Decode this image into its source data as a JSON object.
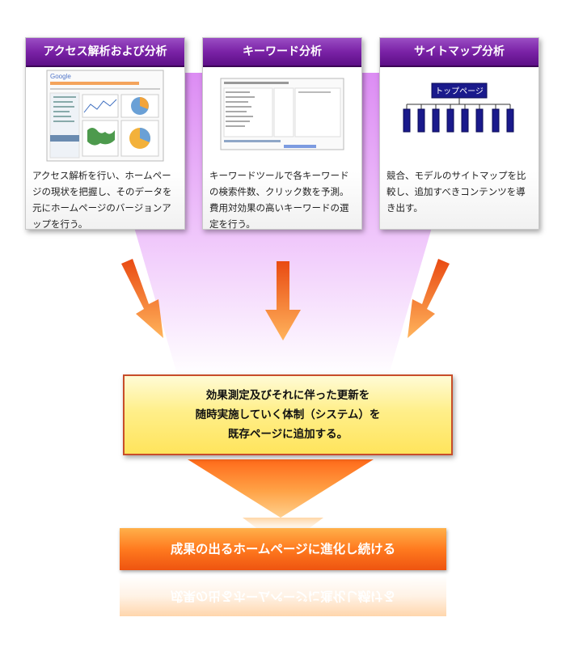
{
  "cards": [
    {
      "title": "アクセス解析および分析",
      "lines": [
        "アクセス解析を行い、ホームペー",
        "ジの現状を把握し、そのデータを",
        "元にホームページのバージョンア",
        "ップを行う。"
      ],
      "thumb_logo": "Google"
    },
    {
      "title": "キーワード分析",
      "lines": [
        "キーワードツールで各キーワード",
        "の検索件数、クリック数を予測。",
        "費用対効果の高いキーワードの選",
        "定を行う。"
      ]
    },
    {
      "title": "サイトマップ分析",
      "lines": [
        "競合、モデルのサイトマップを比",
        "較し、追加すべきコンテンツを導",
        "き出す。"
      ],
      "sitemap_top": "トップページ"
    }
  ],
  "center": {
    "lines": [
      "効果測定及びそれに伴った更新を",
      "随時実施していく体制（システム）を",
      "既存ページに追加する。"
    ]
  },
  "result": "成果の出るホームページに進化し続ける",
  "colors": {
    "header_purple": "#7a22a6",
    "funnel_violet": "#e29af5",
    "arrow_orange": "#f26a21",
    "center_fill": "#ffef8a",
    "center_border": "#c84d2a",
    "result_orange": "#ff7a1f"
  }
}
